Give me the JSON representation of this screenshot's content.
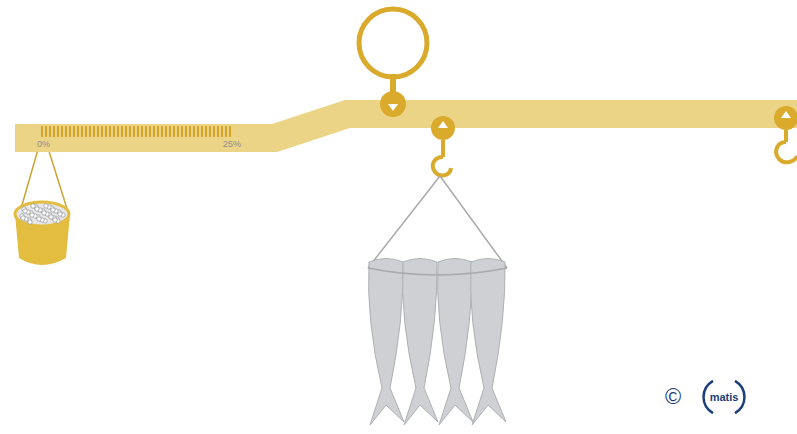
{
  "diagram": {
    "nodes": [
      {
        "text": [
          "matis"
        ]
      }
    ],
    "labels": [
      "0%",
      "25%",
      "©"
    ]
  }
}
